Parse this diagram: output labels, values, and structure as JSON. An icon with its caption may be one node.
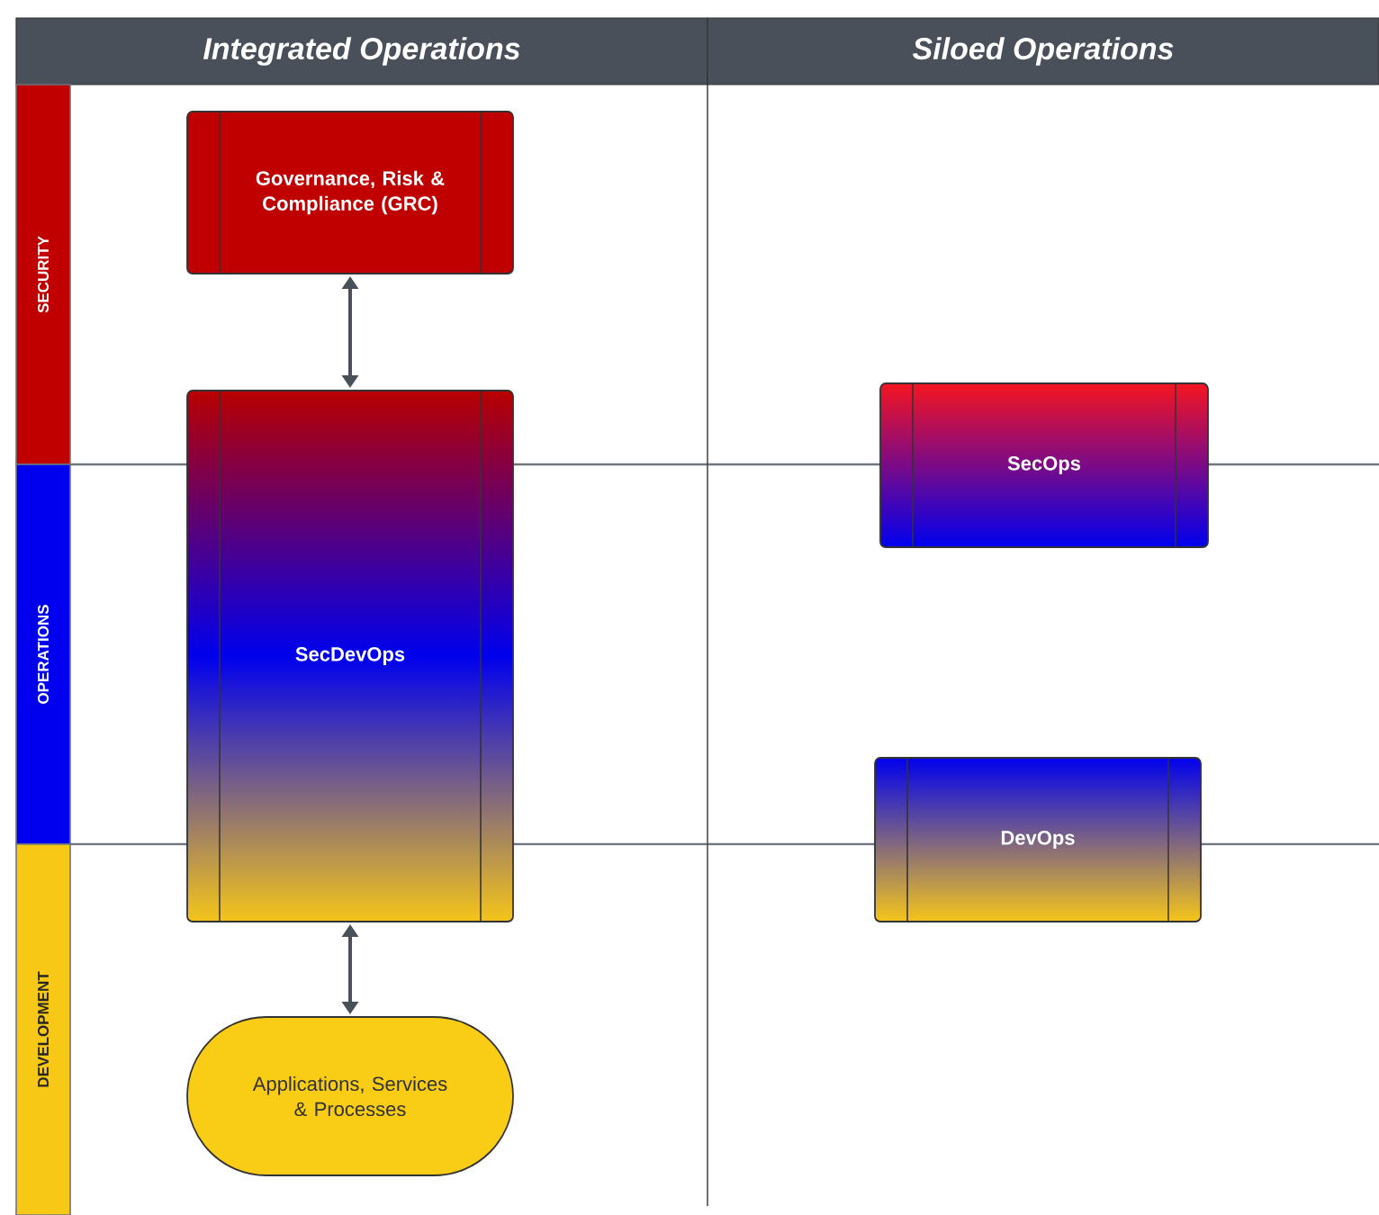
{
  "diagram": {
    "nodes": [
      {
        "text": [
          "Integrated Operations"
        ]
      },
      {
        "text": [
          "Siloed Operations"
        ]
      },
      {
        "text": [
          "SECURITY"
        ]
      },
      {
        "text": [
          "OPERATIONS"
        ]
      },
      {
        "text": [
          "DEVELOPMENT"
        ]
      },
      {
        "text": [
          "Governance, Risk & Compliance (GRC)"
        ]
      },
      {
        "text": [
          "SecDevOps"
        ]
      },
      {
        "text": [
          "Applications, Services & Processes"
        ]
      },
      {
        "text": [
          "SecOps"
        ]
      },
      {
        "text": [
          "DevOps"
        ]
      }
    ],
    "edges": [
      {
        "from": 5,
        "to": 6,
        "arrow": "both"
      },
      {
        "from": 6,
        "to": 7,
        "arrow": "both"
      }
    ]
  }
}
